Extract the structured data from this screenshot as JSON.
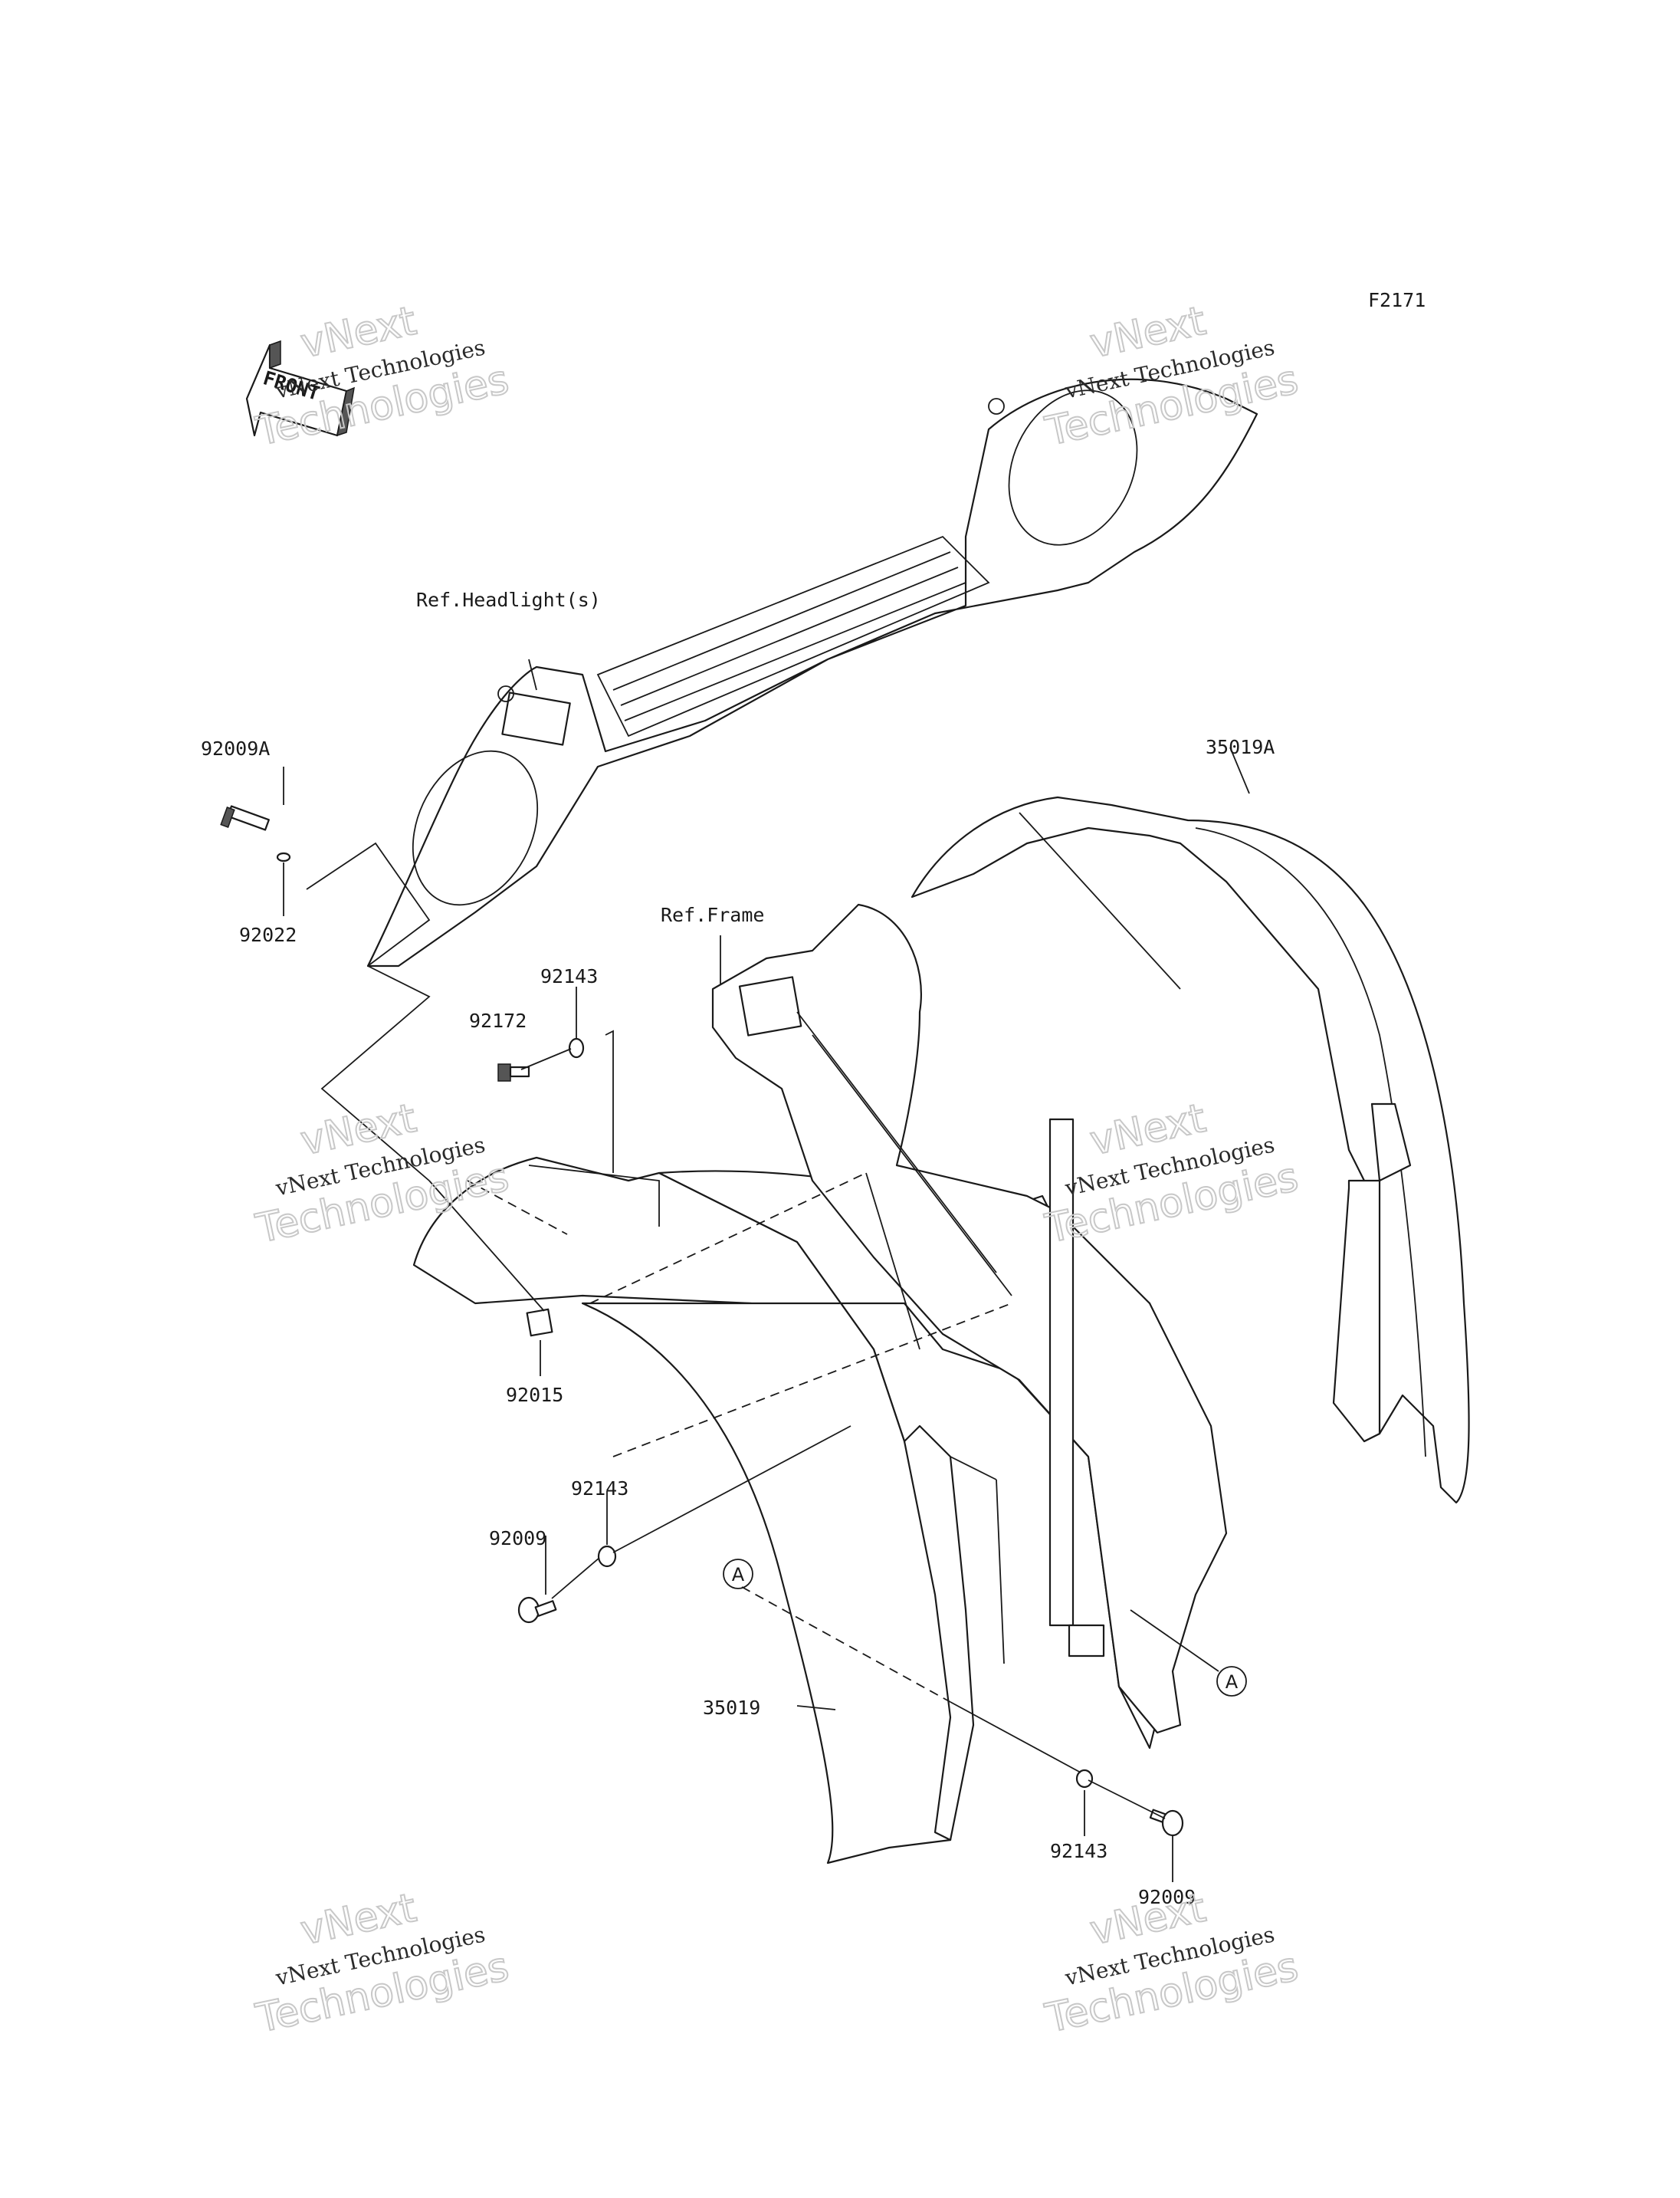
{
  "figure_code": "F2171",
  "front_arrow_text": "FRONT",
  "references": {
    "headlight": "Ref.Headlight(s)",
    "frame": "Ref.Frame"
  },
  "parts": {
    "p92009A": "92009A",
    "p92022": "92022",
    "p92143_top": "92143",
    "p92172": "92172",
    "p92015": "92015",
    "p92143_mid": "92143",
    "p92009_mid": "92009",
    "p35019": "35019",
    "p35019A": "35019A",
    "p92143_bot": "92143",
    "p92009_bot": "92009"
  },
  "callouts": {
    "left": "A",
    "right": "A"
  },
  "watermark": {
    "line1": "vNext Technologies",
    "line2": "vNext",
    "line3": "Technologies"
  }
}
